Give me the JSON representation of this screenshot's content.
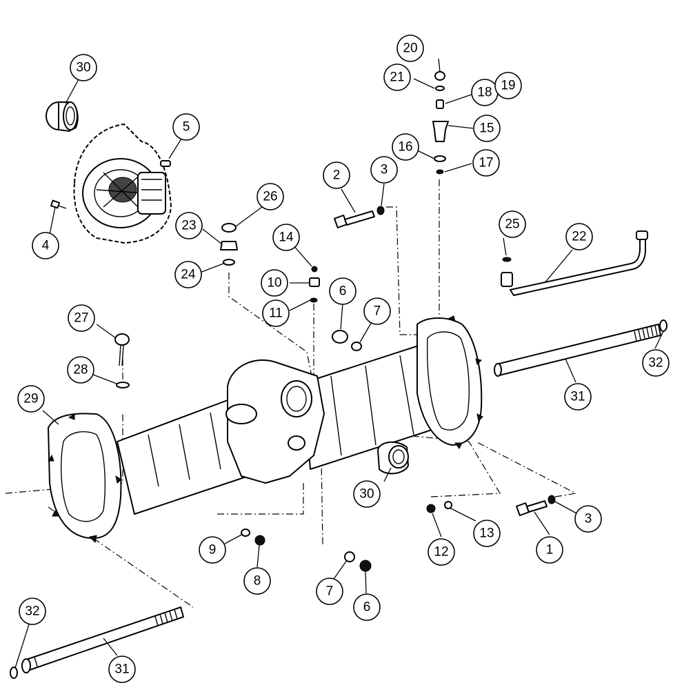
{
  "callouts": [
    {
      "id": "c1",
      "label": "1"
    },
    {
      "id": "c2",
      "label": "2"
    },
    {
      "id": "c3a",
      "label": "3"
    },
    {
      "id": "c3b",
      "label": "3"
    },
    {
      "id": "c4",
      "label": "4"
    },
    {
      "id": "c5",
      "label": "5"
    },
    {
      "id": "c6a",
      "label": "6"
    },
    {
      "id": "c6b",
      "label": "6"
    },
    {
      "id": "c7a",
      "label": "7"
    },
    {
      "id": "c7b",
      "label": "7"
    },
    {
      "id": "c8",
      "label": "8"
    },
    {
      "id": "c9",
      "label": "9"
    },
    {
      "id": "c10",
      "label": "10"
    },
    {
      "id": "c11",
      "label": "11"
    },
    {
      "id": "c12",
      "label": "12"
    },
    {
      "id": "c13",
      "label": "13"
    },
    {
      "id": "c14",
      "label": "14"
    },
    {
      "id": "c15",
      "label": "15"
    },
    {
      "id": "c16",
      "label": "16"
    },
    {
      "id": "c17",
      "label": "17"
    },
    {
      "id": "c18",
      "label": "18"
    },
    {
      "id": "c19",
      "label": "19"
    },
    {
      "id": "c20",
      "label": "20"
    },
    {
      "id": "c21",
      "label": "21"
    },
    {
      "id": "c22",
      "label": "22"
    },
    {
      "id": "c23",
      "label": "23"
    },
    {
      "id": "c24",
      "label": "24"
    },
    {
      "id": "c25",
      "label": "25"
    },
    {
      "id": "c26",
      "label": "26"
    },
    {
      "id": "c27",
      "label": "27"
    },
    {
      "id": "c28",
      "label": "28"
    },
    {
      "id": "c29",
      "label": "29"
    },
    {
      "id": "c30a",
      "label": "30"
    },
    {
      "id": "c30b",
      "label": "30"
    },
    {
      "id": "c31a",
      "label": "31"
    },
    {
      "id": "c31b",
      "label": "31"
    },
    {
      "id": "c32a",
      "label": "32"
    },
    {
      "id": "c32b",
      "label": "32"
    }
  ]
}
